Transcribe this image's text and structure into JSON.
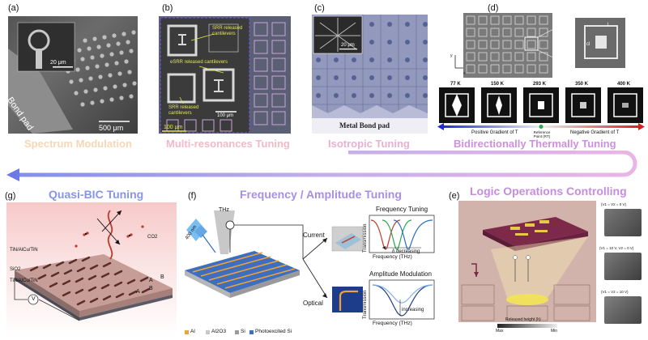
{
  "panels": {
    "a": {
      "label": "(a)",
      "scale_inset": "20 μm",
      "bond_pad": "Bond pad",
      "scale_main": "500 μm"
    },
    "b": {
      "label": "(b)",
      "srr1": "SRR released cantilevers",
      "esrr": "eSRR released cantilevers",
      "srr2": "SRR released cantilevers",
      "scale_inset": "100 μm",
      "scale_main": "100 μm"
    },
    "c": {
      "label": "(c)",
      "scale_inset": "20 μm",
      "metal_bond_pad": "Metal Bond pad"
    },
    "d": {
      "label": "(d)",
      "temps": [
        "77 K",
        "150 K",
        "293 K",
        "350 K",
        "400 K"
      ],
      "positive": "Positive Gradient of T",
      "reference": "Reference Point (RT)",
      "negative": "Negative Gradient of T"
    },
    "e": {
      "label": "(e)",
      "states": [
        "(V1 = V2 = 0 V)",
        "(V1 = 10 V, V2 = 0 V)",
        "(V1 = V2 = 10 V)"
      ],
      "released_height": "Released height (h)",
      "max": "Max",
      "min": "Min"
    },
    "f": {
      "label": "(f)",
      "thz": "THz",
      "wavelength": "400 nm",
      "current": "Current",
      "optical": "Optical",
      "freq_tuning": "Frequency Tuning",
      "amp_mod": "Amplitude Modulation",
      "transmission": "Transmission",
      "frequency_axis": "Frequency (THz)",
      "delta_decreasing": "δ decreasing",
      "sigma_increasing": "increasing",
      "legend": [
        "Al",
        "Al2O3",
        "Si",
        "Photoexcited Si"
      ]
    },
    "g": {
      "label": "(g)",
      "tin1": "TiN/AlCu/TiN",
      "sio2": "SiO2",
      "tin2": "TiN/AlCu/TiN",
      "co2": "CO2",
      "voltage": "V"
    }
  },
  "captions": {
    "spectrum": "Spectrum Modulation",
    "multi": "Multi-resonances Tuning",
    "isotropic": "Isotropic Tuning",
    "bidir": "Bidirectionally Thermally Tuning",
    "quasi": "Quasi-BIC Tuning",
    "freq_amp": "Frequency / Amplitude Tuning",
    "logic": "Logic Operations Controlling"
  },
  "colors": {
    "spectrum": "#f7d7b3",
    "multi": "#f3b9c6",
    "isotropic": "#e9b0d0",
    "bidir": "#cf8fe0",
    "quasi": "#8795e8",
    "freq_amp": "#a88ee6",
    "logic": "#c68ce0"
  }
}
